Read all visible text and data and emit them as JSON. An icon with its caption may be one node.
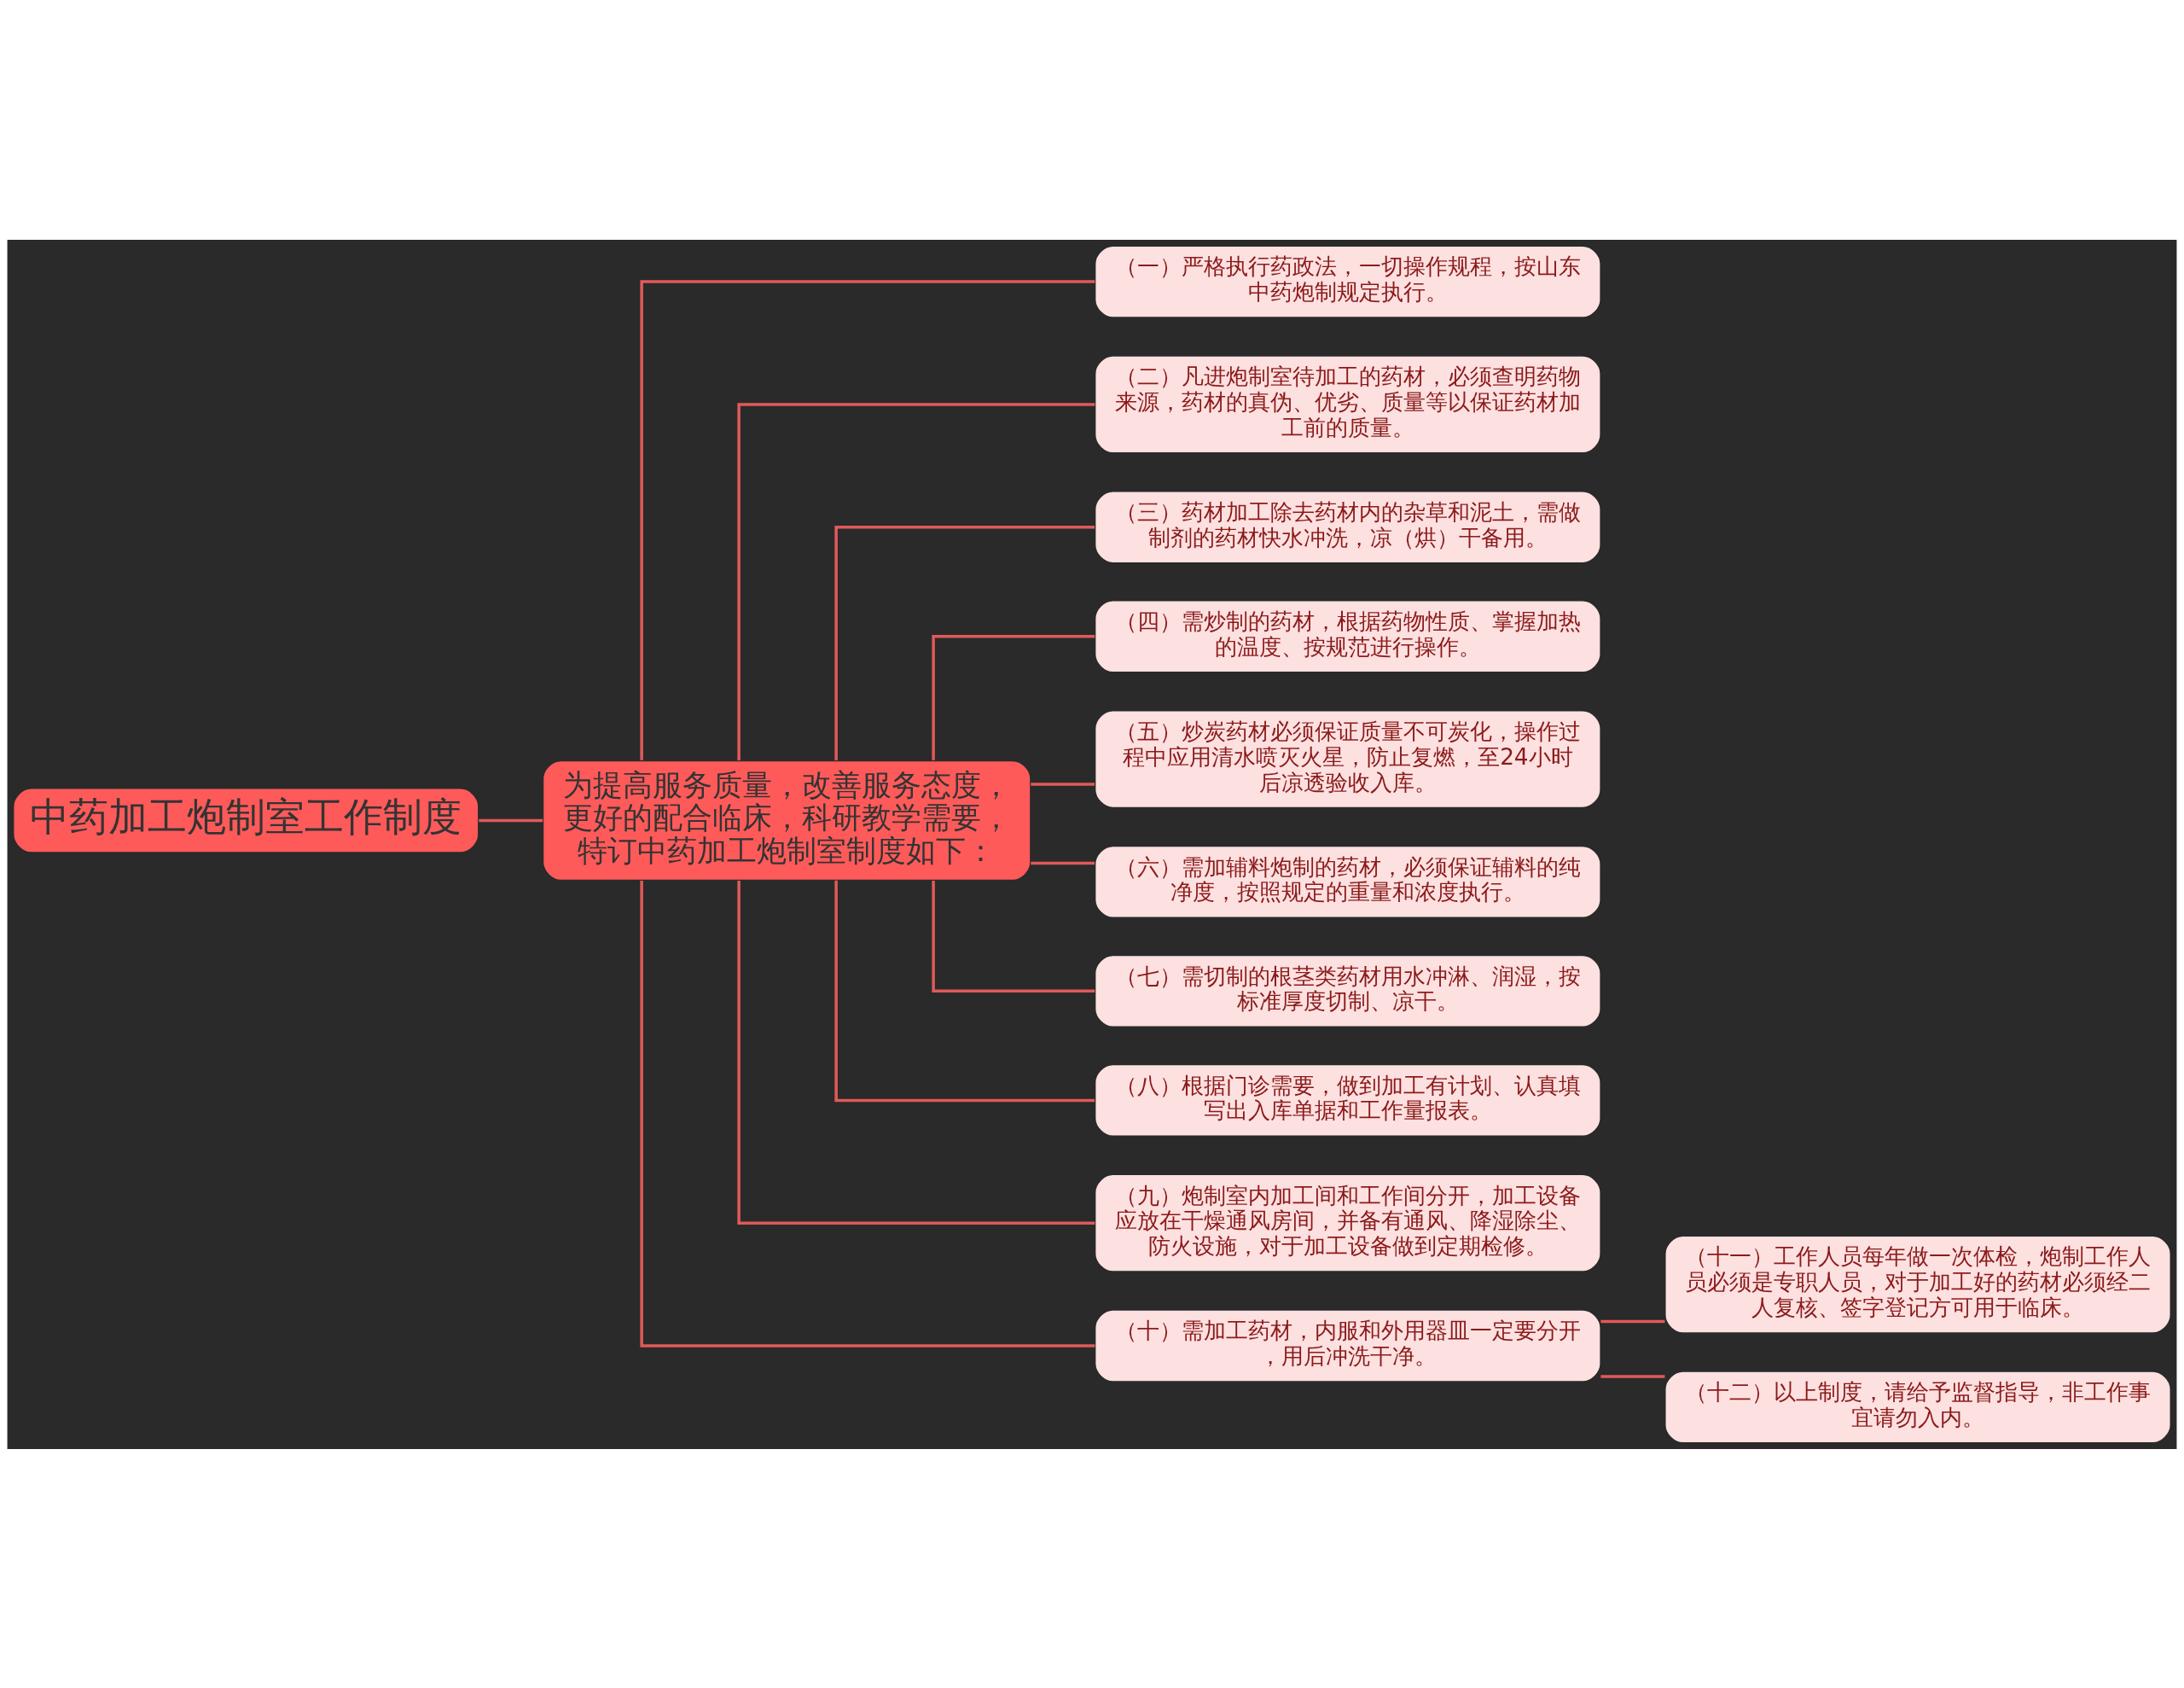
{
  "diagram": {
    "nodes": [
      {
        "text": [
          "中药加工炮制室工作制度"
        ]
      },
      {
        "text": [
          "为提高服务质量，改善服务态度，更好的配合临床，科研教学需要，特订中药加工炮制室制度如下："
        ]
      },
      {
        "text": [
          "（一）严格执行药政法，一切操作规程，按山东中药炮制规定执行。"
        ]
      },
      {
        "text": [
          "（二）凡进炮制室待加工的药材，必须查明药物来源，药材的真伪、优劣、质量等以保证药材加工前的质量。"
        ]
      },
      {
        "text": [
          "（三）药材加工除去药材内的杂草和泥土，需做制剂的药材快水冲洗，凉（烘）干备用。"
        ]
      },
      {
        "text": [
          "（四）需炒制的药材，根据药物性质、掌握加热的温度、按规范进行操作。"
        ]
      },
      {
        "text": [
          "（五）炒炭药材必须保证质量不可炭化，操作过程中应用清水喷灭火星，防止复燃，至24小时后凉透验收入库。"
        ]
      },
      {
        "text": [
          "（六）需加辅料炮制的药材，必须保证辅料的纯净度，按照规定的重量和浓度执行。"
        ]
      },
      {
        "text": [
          "（七）需切制的根茎类药材用水冲淋、润湿，按标准厚度切制、凉干。"
        ]
      },
      {
        "text": [
          "（八）根据门诊需要，做到加工有计划、认真填写出入库单据和工作量报表。"
        ]
      },
      {
        "text": [
          "（九）炮制室内加工间和工作间分开，加工设备应放在干燥通风房间，并备有通风、降湿除尘、防火设施，对于加工设备做到定期检修。"
        ]
      },
      {
        "text": [
          "（十）需加工药材，内服和外用器皿一定要分开，用后冲洗干净。"
        ]
      },
      {
        "text": [
          "（十一）工作人员每年做一次体检，炮制工作人员必须是专职人员，对于加工好的药材必须经二人复核、签字登记方可用于临床。"
        ]
      },
      {
        "text": [
          "（十二）以上制度，请给予监督指导，非工作事宜请勿入内。"
        ]
      }
    ],
    "edges": [
      {
        "from": 0,
        "to": 1,
        "arrow": "none"
      },
      {
        "from": 1,
        "to": 2,
        "arrow": "none"
      },
      {
        "from": 1,
        "to": 3,
        "arrow": "none"
      },
      {
        "from": 1,
        "to": 4,
        "arrow": "none"
      },
      {
        "from": 1,
        "to": 5,
        "arrow": "none"
      },
      {
        "from": 1,
        "to": 6,
        "arrow": "none"
      },
      {
        "from": 1,
        "to": 7,
        "arrow": "none"
      },
      {
        "from": 1,
        "to": 8,
        "arrow": "none"
      },
      {
        "from": 1,
        "to": 9,
        "arrow": "none"
      },
      {
        "from": 1,
        "to": 10,
        "arrow": "none"
      },
      {
        "from": 1,
        "to": 11,
        "arrow": "none"
      },
      {
        "from": 11,
        "to": 12,
        "arrow": "none"
      },
      {
        "from": 11,
        "to": 13,
        "arrow": "none"
      }
    ]
  }
}
